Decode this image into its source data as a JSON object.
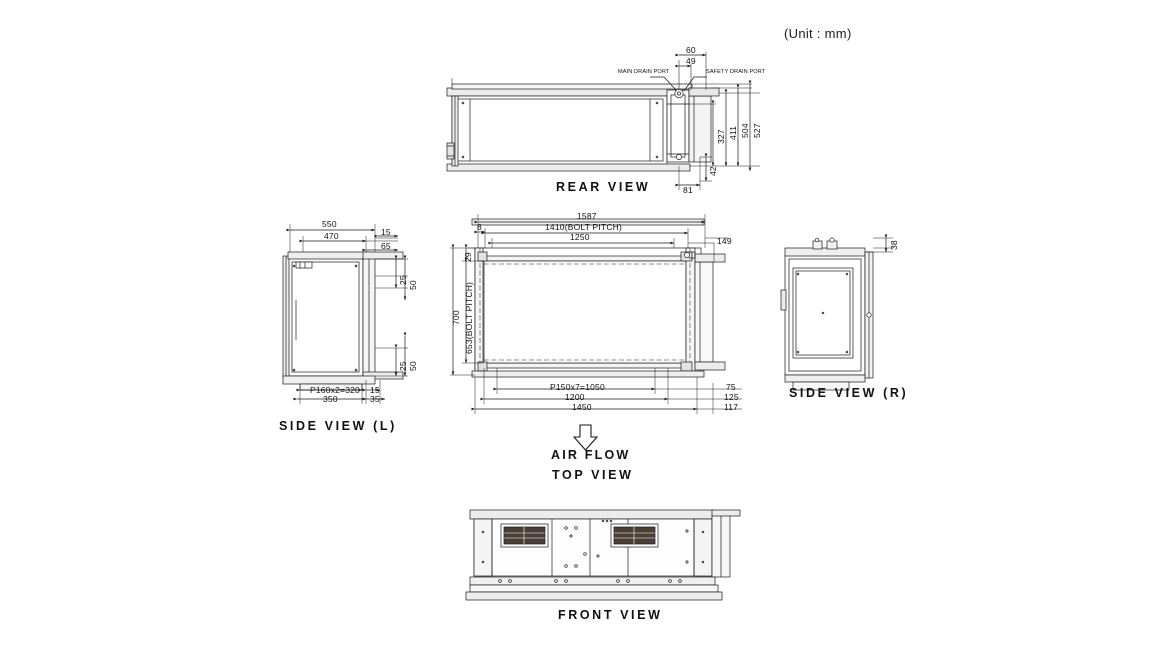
{
  "drawing": {
    "unit_note": "(Unit : mm)",
    "views": {
      "rear": "REAR VIEW",
      "side_left": "SIDE VIEW (L)",
      "side_right": "SIDE VIEW (R)",
      "top": "TOP VIEW",
      "front": "FRONT VIEW"
    },
    "airflow_label": "AIR FLOW",
    "annotations": {
      "main_drain_port": "MAIN DRAIN PORT",
      "safety_drain_port": "SAFETY DRAIN PORT"
    },
    "rear_view_dims": {
      "d60": "60",
      "d49": "49",
      "d327": "327",
      "d411": "411",
      "d504": "504",
      "d527": "527",
      "d42": "42",
      "d81": "81"
    },
    "side_left_dims": {
      "d550": "550",
      "d470": "470",
      "d15_top": "15",
      "d65": "65",
      "d25_top": "25",
      "d50_top": "50",
      "d25_bot": "25",
      "d50_bot": "50",
      "pitch": "P160x2=320",
      "d350": "350",
      "d15_bot": "15",
      "d35": "35"
    },
    "top_view_dims": {
      "d1587": "1587",
      "d1410": "1410(BOLT PITCH)",
      "d1250": "1250",
      "d8": "8",
      "d149": "149",
      "d29": "29",
      "d653": "653(BOLT PITCH)",
      "d700": "700",
      "pitch": "P150x7=1050",
      "d1200": "1200",
      "d1450": "1450",
      "d75": "75",
      "d125": "125",
      "d117": "117"
    },
    "side_right_dims": {
      "d38": "38"
    },
    "colors": {
      "line": "#1a1a1a",
      "fill_light": "#f2f2f2",
      "fill_mid": "#d8d8d8",
      "fill_dark": "#4a4038",
      "background": "#ffffff"
    }
  }
}
